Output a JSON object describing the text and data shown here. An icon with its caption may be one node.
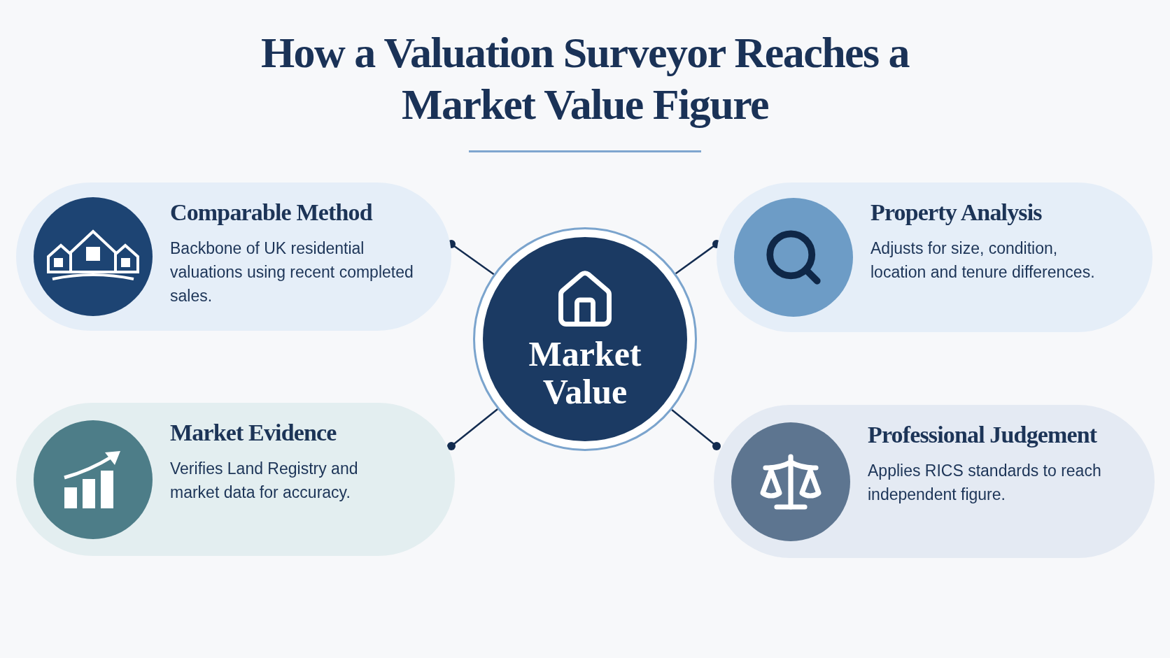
{
  "diagram": {
    "title": "How a Valuation Surveyor Reaches a Market Value Figure",
    "nodes": [
      {
        "text": [
          "Comparable Method",
          "Backbone of UK residential valuations using recent completed sales."
        ]
      },
      {
        "text": [
          "Property Analysis",
          "Adjusts for size, condition, location and tenure differences."
        ]
      },
      {
        "text": [
          "Market Value"
        ]
      },
      {
        "text": [
          "Market Evidence",
          "Verifies Land Registry and market data for accuracy."
        ]
      },
      {
        "text": [
          "Professional Judgement",
          "Applies RICS standards to reach independent figure."
        ]
      }
    ],
    "edges": [
      {
        "from": 0,
        "to": 2,
        "arrow": "other"
      },
      {
        "from": 1,
        "to": 2,
        "arrow": "other"
      },
      {
        "from": 3,
        "to": 2,
        "arrow": "other"
      },
      {
        "from": 4,
        "to": 2,
        "arrow": "other"
      }
    ]
  }
}
